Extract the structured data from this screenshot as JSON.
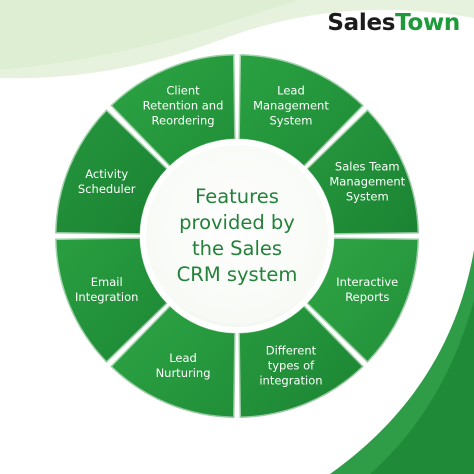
{
  "brand": {
    "logo_part1": "Sales",
    "logo_part2": "Town"
  },
  "diagram": {
    "center_text": "Features\nprovided by\nthe Sales\nCRM system",
    "segments": [
      {
        "label": "Lead\nManagement\nSystem"
      },
      {
        "label": "Sales Team\nManagement\nSystem"
      },
      {
        "label": "Interactive\nReports"
      },
      {
        "label": "Different\ntypes of\nintegration"
      },
      {
        "label": "Lead\nNurturing"
      },
      {
        "label": "Email\nIntegration"
      },
      {
        "label": "Activity\nScheduler"
      },
      {
        "label": "Client\nRetention and\nReordering"
      }
    ]
  },
  "colors": {
    "brand_dark": "#1b1b1b",
    "brand_green": "#1f9a3a",
    "segment_dark": "#187a2f",
    "segment_light": "#36aa4a",
    "center_text": "#23813a",
    "background_wave": "#e9f4e2"
  }
}
